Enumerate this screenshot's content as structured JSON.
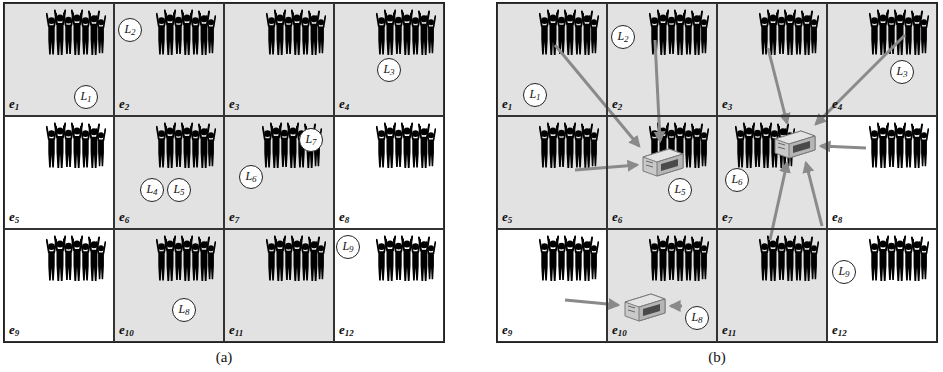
{
  "diagram": {
    "nodes": [
      {
        "text": [
          "e1"
        ]
      },
      {
        "text": [
          "L1"
        ],
        "in": 0
      },
      {
        "text": [
          "e2"
        ]
      },
      {
        "text": [
          "L2"
        ],
        "in": 2
      },
      {
        "text": [
          "e3"
        ]
      },
      {
        "text": [
          "e4"
        ]
      },
      {
        "text": [
          "L3"
        ],
        "in": 5
      },
      {
        "text": [
          "e5"
        ]
      },
      {
        "text": [
          "e6"
        ]
      },
      {
        "text": [
          "L4"
        ],
        "in": 8
      },
      {
        "text": [
          "L5"
        ],
        "in": 8
      },
      {
        "text": [
          "e7"
        ]
      },
      {
        "text": [
          "L7"
        ],
        "in": 11
      },
      {
        "text": [
          "L6"
        ],
        "in": 11
      },
      {
        "text": [
          "e8"
        ]
      },
      {
        "text": [
          "e9"
        ]
      },
      {
        "text": [
          "e10"
        ]
      },
      {
        "text": [
          "L8"
        ],
        "in": 16
      },
      {
        "text": [
          "e11"
        ]
      },
      {
        "text": [
          "e12"
        ]
      },
      {
        "text": [
          "L9"
        ],
        "in": 19
      },
      {
        "text": [
          "e1"
        ]
      },
      {
        "text": [
          "L1"
        ],
        "in": 21
      },
      {
        "text": [
          "e2"
        ]
      },
      {
        "text": [
          "L2"
        ],
        "in": 23
      },
      {
        "text": [
          "e3"
        ]
      },
      {
        "text": [
          "e4"
        ]
      },
      {
        "text": [
          "L3"
        ],
        "in": 26
      },
      {
        "text": [
          "e5"
        ]
      },
      {
        "text": [
          "e6"
        ]
      },
      {
        "text": [
          "L5"
        ],
        "in": 29
      },
      {
        "text": [
          "e7"
        ]
      },
      {
        "text": [
          "L6"
        ],
        "in": 31
      },
      {
        "text": [
          "e8"
        ]
      },
      {
        "text": [
          "e9"
        ]
      },
      {
        "text": [
          "e10"
        ]
      },
      {
        "text": [
          "L8"
        ],
        "in": 35
      },
      {
        "text": [
          "e11"
        ]
      },
      {
        "text": [
          "e12"
        ]
      },
      {
        "text": [
          "L9"
        ],
        "in": 38
      }
    ],
    "labels": [
      "(a)",
      "(b)"
    ]
  }
}
